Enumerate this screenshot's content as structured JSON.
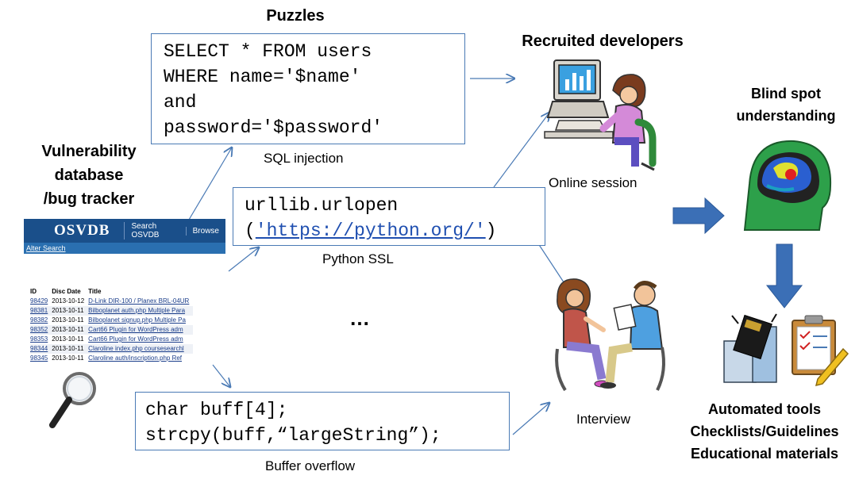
{
  "headings": {
    "puzzles": "Puzzles",
    "recruited": "Recruited developers",
    "vuln_db_line1": "Vulnerability",
    "vuln_db_line2": "database",
    "vuln_db_line3": "/bug tracker",
    "blind_spot_line1": "Blind spot",
    "blind_spot_line2": "understanding",
    "outputs_line1": "Automated tools",
    "outputs_line2": "Checklists/Guidelines",
    "outputs_line3": "Educational materials"
  },
  "puzzles": {
    "sql": {
      "code": [
        "SELECT * FROM users",
        "WHERE name='$name'",
        "and",
        "password='$password'"
      ],
      "caption": "SQL injection"
    },
    "python": {
      "code_line1": "urllib.urlopen",
      "code_line2_open": "(",
      "code_link": "'https://python.org/'",
      "code_line2_close": ")",
      "caption": "Python SSL"
    },
    "buffer": {
      "code": [
        "char buff[4];",
        "strcpy(buff,“largeString”);"
      ],
      "caption": "Buffer overflow"
    },
    "ellipsis": "…"
  },
  "sessions": {
    "online": "Online session",
    "interview": "Interview"
  },
  "osvdb": {
    "logo": "OSVDB",
    "nav": [
      "Search OSVDB",
      "Browse"
    ],
    "alter_search": "Alter Search",
    "columns": [
      "ID",
      "Disc Date",
      "Title"
    ],
    "rows": [
      [
        "98429",
        "2013-10-12",
        "D-Link DIR-100 / Planex BRL-04UR"
      ],
      [
        "98381",
        "2013-10-11",
        "Bilboplanet auth.php Multiple Para"
      ],
      [
        "98382",
        "2013-10-11",
        "Bilboplanet signup.php Multiple Pa"
      ],
      [
        "98352",
        "2013-10-11",
        "Cart66 Plugin for WordPress adm"
      ],
      [
        "98353",
        "2013-10-11",
        "Cart66 Plugin for WordPress adm"
      ],
      [
        "98344",
        "2013-10-11",
        "Claroline index.php coursesearchl"
      ],
      [
        "98345",
        "2013-10-11",
        "Claroline auth/inscription.php Ref"
      ]
    ]
  },
  "colors": {
    "arrow": "#4a7ab5",
    "block_arrow": "#3b6fb6",
    "osvdb_bar": "#1a4f8a",
    "link": "#1f4fb0"
  }
}
